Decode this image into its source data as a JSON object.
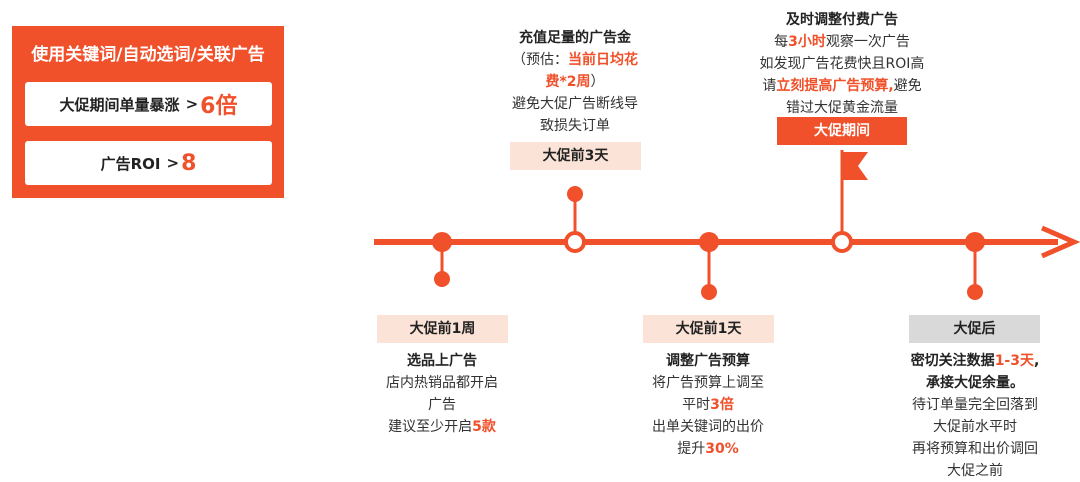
{
  "panel": {
    "title": "使用关键词/自动选词/关联广告",
    "stat1": {
      "label": "大促期间单量暴涨",
      "gt": ">",
      "value": "6倍"
    },
    "stat2": {
      "label": "广告ROI",
      "gt": ">",
      "value": "8"
    }
  },
  "timeline": {
    "week_before": {
      "label": "大促前1周",
      "heading": "选品上广告",
      "line1": "店内热销品都开启",
      "line2": "广告",
      "line3_pre": "建议至少开启",
      "line3_hl": "5款"
    },
    "three_days": {
      "label": "大促前3天",
      "heading": "充值足量的广告金",
      "line1_pre": "（预估：",
      "line1_hl": "当前日均花",
      "line2_hl": "费*2周",
      "line2_post": "）",
      "line3": "避免大促广告断线导",
      "line4": "致损失订单"
    },
    "one_day": {
      "label": "大促前1天",
      "heading": "调整广告预算",
      "line1": "将广告预算上调至",
      "line2_pre": "平时",
      "line2_hl": "3倍",
      "line3": "出单关键词的出价",
      "line4_pre": "提升",
      "line4_hl": "30%"
    },
    "during": {
      "label": "大促期间",
      "heading": "及时调整付费广告",
      "line1_pre": "每",
      "line1_hl": "3小时",
      "line1_post": "观察一次广告",
      "line2": "如发现广告花费快且ROI高",
      "line3_pre": "请",
      "line3_hl": "立刻提高广告预算,",
      "line3_post": "避免",
      "line4": "错过大促黄金流量"
    },
    "after": {
      "label": "大促后",
      "heading_pre": "密切关注数据",
      "heading_hl": "1-3天",
      "heading_post": ",",
      "line1": "承接大促余量。",
      "line2": "待订单量完全回落到",
      "line3": "大促前水平时",
      "line4": "再将预算和出价调回",
      "line5": "大促之前"
    }
  },
  "colors": {
    "accent": "#f0502a",
    "peach": "#fbe3d7",
    "grey": "#d9d9d9"
  }
}
